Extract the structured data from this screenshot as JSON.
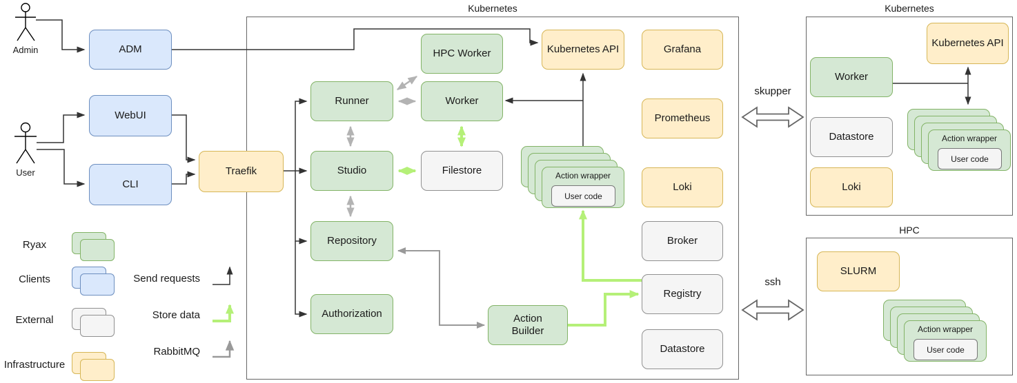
{
  "actors": {
    "admin": "Admin",
    "user": "User"
  },
  "containers": {
    "kubernetes_main": "Kubernetes",
    "kubernetes_right": "Kubernetes",
    "hpc": "HPC"
  },
  "nodes": {
    "adm": "ADM",
    "webui": "WebUI",
    "cli": "CLI",
    "traefik": "Traefik",
    "hpc_worker": "HPC Worker",
    "runner": "Runner",
    "worker": "Worker",
    "studio": "Studio",
    "filestore": "Filestore",
    "repository": "Repository",
    "authorization": "Authorization",
    "action_builder": "Action Builder",
    "kubernetes_api": "Kubernetes API",
    "grafana": "Grafana",
    "prometheus": "Prometheus",
    "loki": "Loki",
    "broker": "Broker",
    "registry": "Registry",
    "datastore": "Datastore",
    "slurm": "SLURM",
    "action_wrapper": "Action wrapper",
    "user_code": "User code"
  },
  "connection_labels": {
    "skupper": "skupper",
    "ssh": "ssh"
  },
  "legend": {
    "categories": [
      {
        "label": "Ryax",
        "fill": "#d5e8d4",
        "stroke": "#82b366"
      },
      {
        "label": "Clients",
        "fill": "#dae8fc",
        "stroke": "#6c8ebf"
      },
      {
        "label": "External",
        "fill": "#f5f5f5",
        "stroke": "#909090"
      },
      {
        "label": "Infrastructure",
        "fill": "#ffeeca",
        "stroke": "#d6b656"
      }
    ],
    "arrows": [
      {
        "label": "Send requests",
        "color": "#333333"
      },
      {
        "label": "Store data",
        "color": "#b5f078"
      },
      {
        "label": "RabbitMQ",
        "color": "#999999"
      }
    ]
  },
  "palette": {
    "ryax_green": "#d5e8d4",
    "clients_blue": "#dae8fc",
    "external_gray": "#f5f5f5",
    "infrastructure_yellow": "#ffeeca",
    "store_data_arrow": "#b5f078",
    "rabbitmq_arrow": "#999999",
    "request_arrow": "#333333"
  }
}
